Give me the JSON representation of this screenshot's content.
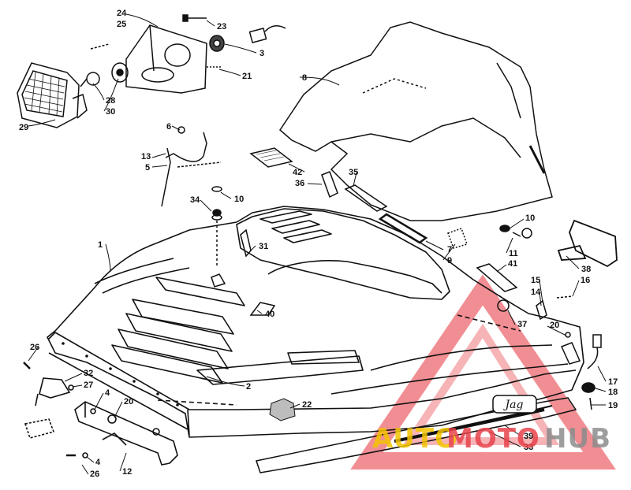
{
  "diagram": {
    "labels": [
      "1",
      "2",
      "3",
      "4",
      "4",
      "5",
      "6",
      "7",
      "8",
      "9",
      "10",
      "10",
      "11",
      "12",
      "13",
      "14",
      "15",
      "16",
      "17",
      "18",
      "19",
      "20",
      "20",
      "21",
      "22",
      "23",
      "24",
      "25",
      "26",
      "26",
      "27",
      "28",
      "29",
      "30",
      "31",
      "32",
      "33",
      "34",
      "35",
      "36",
      "37",
      "38",
      "39",
      "40",
      "41",
      "42"
    ]
  },
  "watermark": {
    "part1": "AUTO",
    "part2": "MOTO",
    "part3": "HUB",
    "colors": {
      "yellow": "#f3c400",
      "red": "#e8434b",
      "grey": "#8c8c8c"
    }
  },
  "hood_badge": "Jag"
}
